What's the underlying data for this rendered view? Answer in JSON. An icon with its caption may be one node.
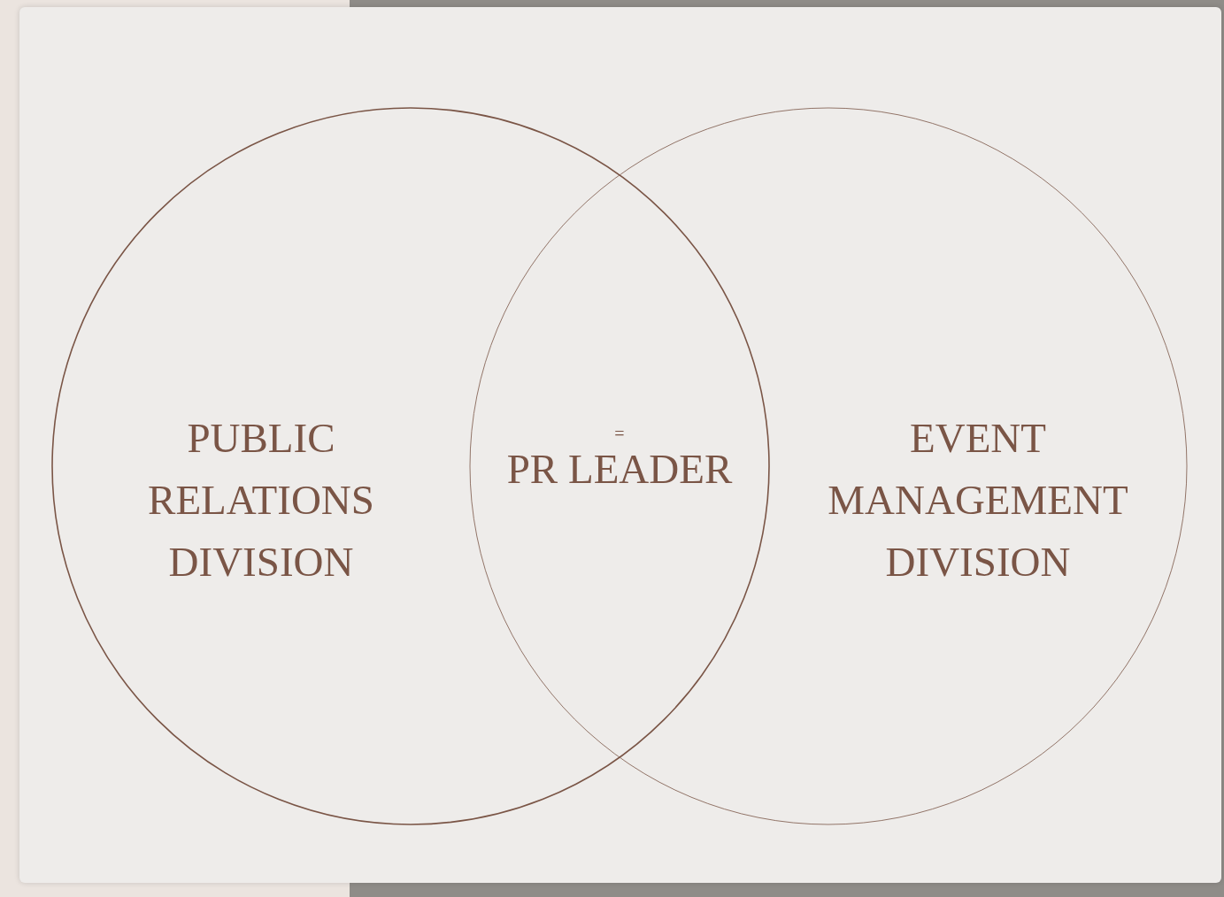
{
  "diagram": {
    "nodes": [
      {
        "text": [
          "PUBLIC RELATIONS DIVISION"
        ]
      },
      {
        "text": [
          "EVENT MANAGEMENT DIVISION"
        ]
      }
    ],
    "labels": [
      "=",
      "PR LEADER"
    ]
  }
}
